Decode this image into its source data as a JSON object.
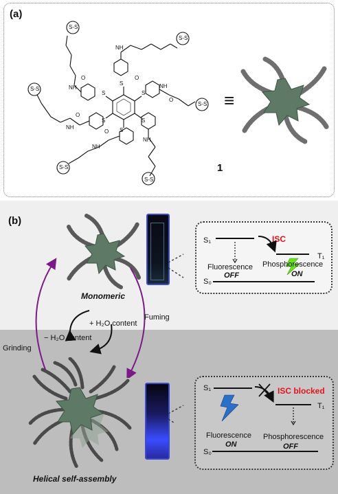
{
  "panel_a": {
    "label": "(a)",
    "equals_symbol": "≡",
    "compound_number": "1"
  },
  "panel_b": {
    "label": "(b)",
    "monomeric_caption": "Monomeric",
    "helical_caption": "Helical self-assembly",
    "fuming_label": "Fuming",
    "grinding_label": "Grinding",
    "plus_h2o": "+ H₂O content",
    "minus_h2o": "− H₂O content",
    "top_box": {
      "s1": "S₁",
      "t1": "T₁",
      "s0": "S₀",
      "isc": "ISC",
      "fluorescence": "Fluorescence",
      "fluorescence_state": "OFF",
      "phosphorescence": "Phosphorescence",
      "phosphorescence_state": "ON"
    },
    "bottom_box": {
      "s1": "S₁",
      "t1": "T₁",
      "s0": "S₀",
      "isc": "ISC blocked",
      "fluorescence": "Fluorescence",
      "fluorescence_state": "ON",
      "phosphorescence": "Phosphorescence",
      "phosphorescence_state": "OFF"
    }
  },
  "colors": {
    "isc_red": "#e5121d",
    "arrow_purple": "#7a1a86",
    "green_bolt": "#6be21f",
    "blue_bolt": "#2a6fc8",
    "core_green": "#5e7a66"
  }
}
